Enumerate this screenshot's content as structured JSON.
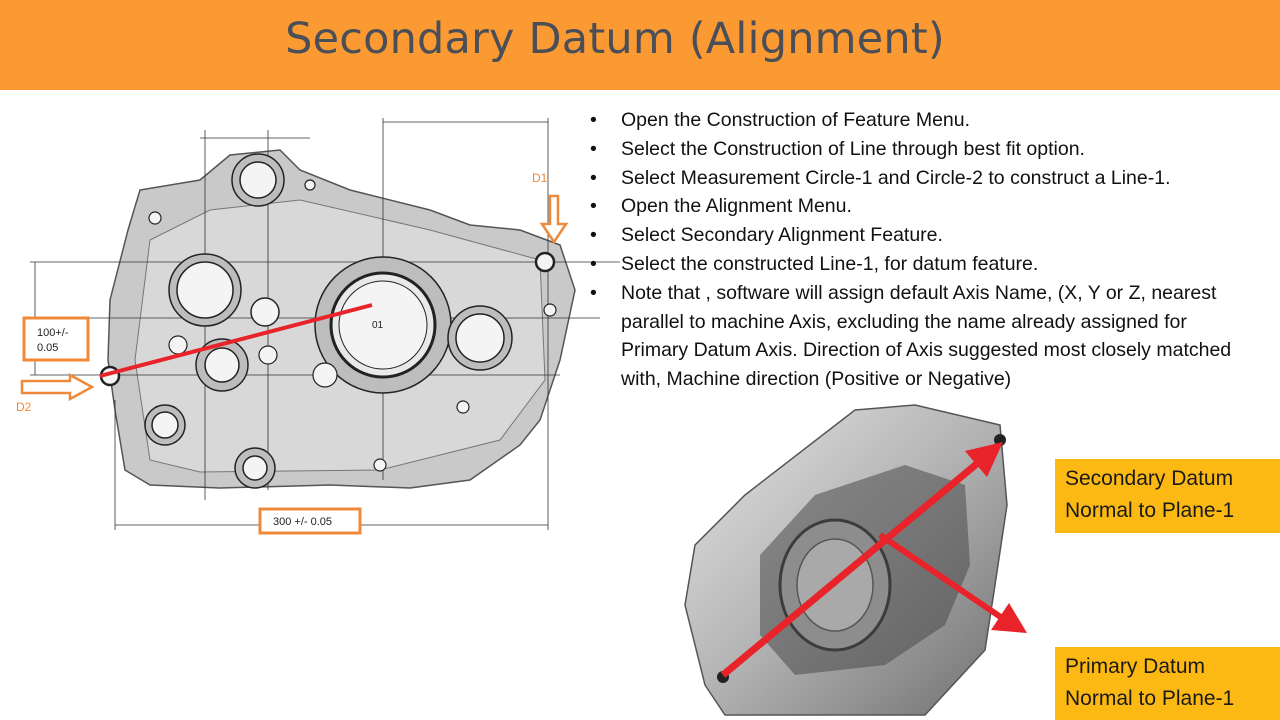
{
  "title": "Secondary Datum (Alignment)",
  "bullet_glyph": "•",
  "bullets": [
    "Open the Construction of Feature Menu.",
    "Select the Construction of Line through best fit option.",
    "Select  Measurement Circle-1 and Circle-2 to construct a Line-1.",
    "Open the Alignment Menu.",
    "Select Secondary Alignment Feature.",
    "Select the constructed Line-1,  for datum feature.",
    "Note that , software will assign default Axis Name,  (X, Y or Z, nearest parallel to machine Axis, excluding the name already assigned for Primary Datum Axis. Direction of Axis suggested most closely matched with,  Machine direction (Positive or Negative)"
  ],
  "drawing": {
    "label_d1": "D1",
    "label_d2": "D2",
    "dim_vertical_line1": "100+/-",
    "dim_vertical_line2": "0.05",
    "dim_horizontal": "300 +/- 0.05",
    "bore_label": "01"
  },
  "callouts": {
    "secondary_line1": "Secondary Datum",
    "secondary_line2": "Normal to Plane-1",
    "primary_line1": "Primary Datum",
    "primary_line2": "Normal to Plane-1"
  },
  "colors": {
    "title_bar": "#fb9a33",
    "callout_fill": "#fdb913",
    "annotation_orange": "#f0883a",
    "datum_red": "#e8232a"
  }
}
